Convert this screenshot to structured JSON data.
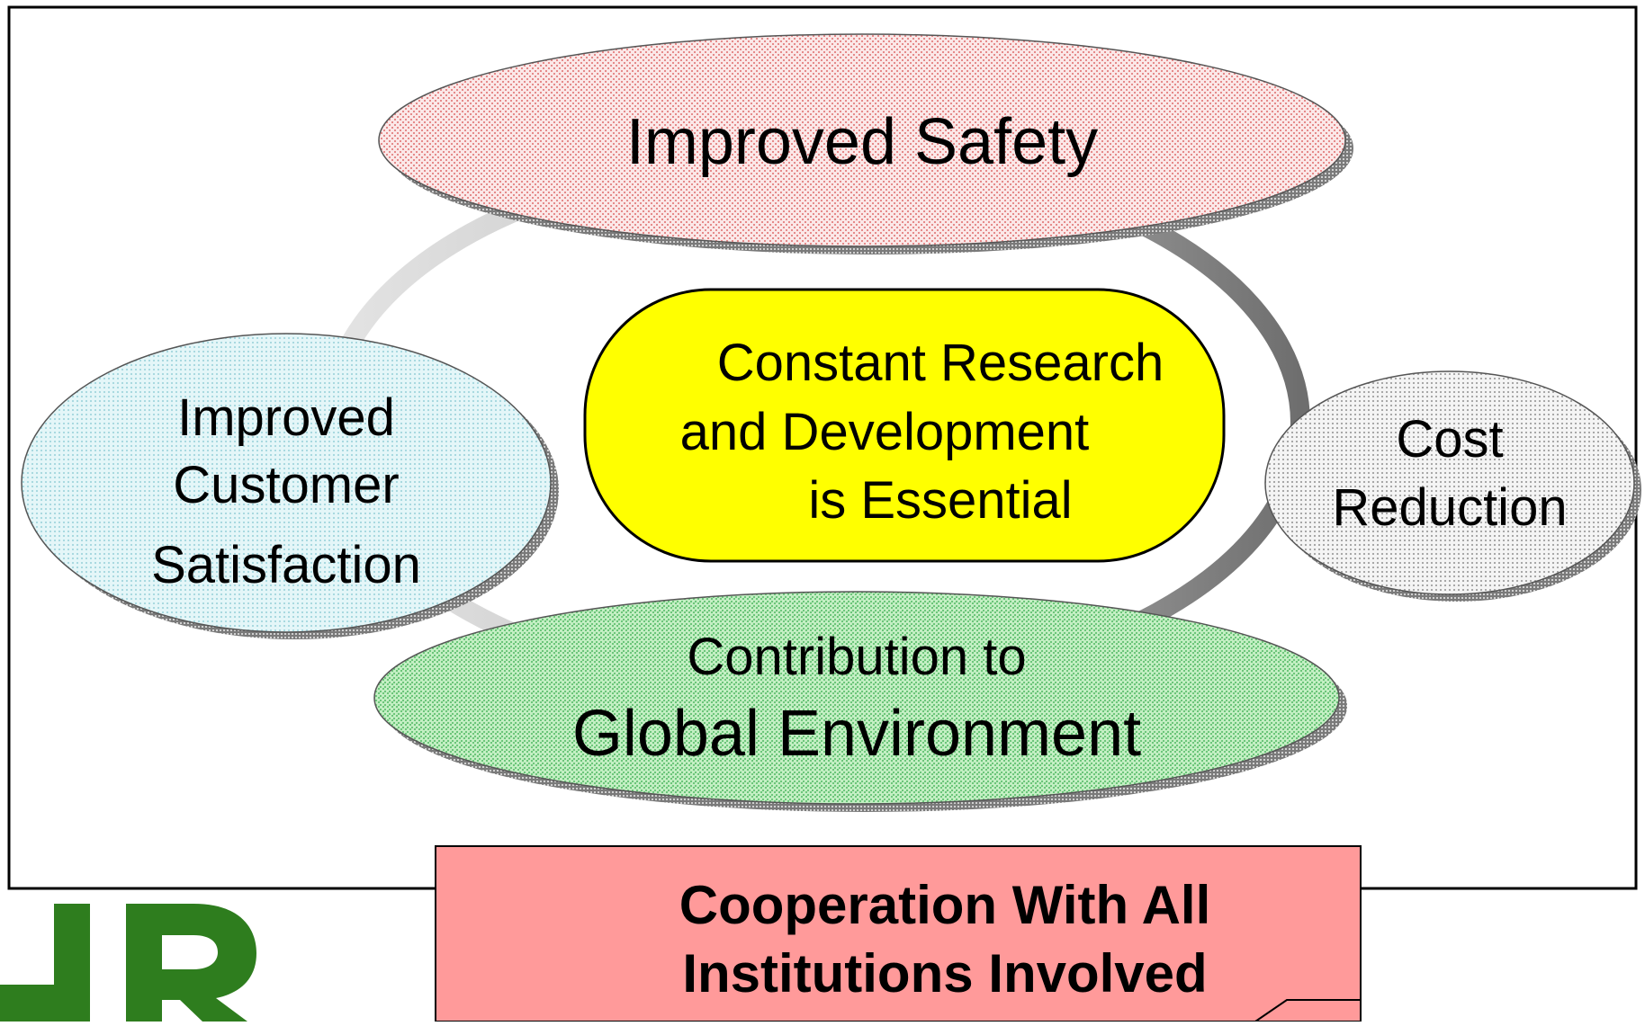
{
  "diagram": {
    "top_ellipse": {
      "label": "Improved Safety"
    },
    "left_ellipse": {
      "lines": [
        "Improved",
        "Customer",
        "Satisfaction"
      ]
    },
    "center": {
      "lines": [
        "Constant Research",
        "and Development",
        "is Essential"
      ]
    },
    "right_ellipse": {
      "lines": [
        "Cost",
        "Reduction"
      ]
    },
    "bottom_ellipse": {
      "lines": [
        "Contribution to",
        "Global Environment"
      ]
    },
    "callout": {
      "lines": [
        "Cooperation With All",
        "Institutions Involved"
      ]
    },
    "logo": {
      "text": "JR"
    }
  },
  "colors": {
    "top_fill": "#fbe8e8",
    "top_dots": "#e58a8a",
    "left_fill": "#dff3f6",
    "left_dots": "#9fd3dc",
    "center_fill": "#ffff00",
    "right_fill": "#f2f2f2",
    "right_dots": "#9a9a9a",
    "bottom_fill": "#b9ecb9",
    "bottom_dots": "#5fbf6f",
    "callout_fill": "#ff9a9a",
    "logo_green": "#2e7d1e",
    "ring": "#bdbdbd"
  }
}
